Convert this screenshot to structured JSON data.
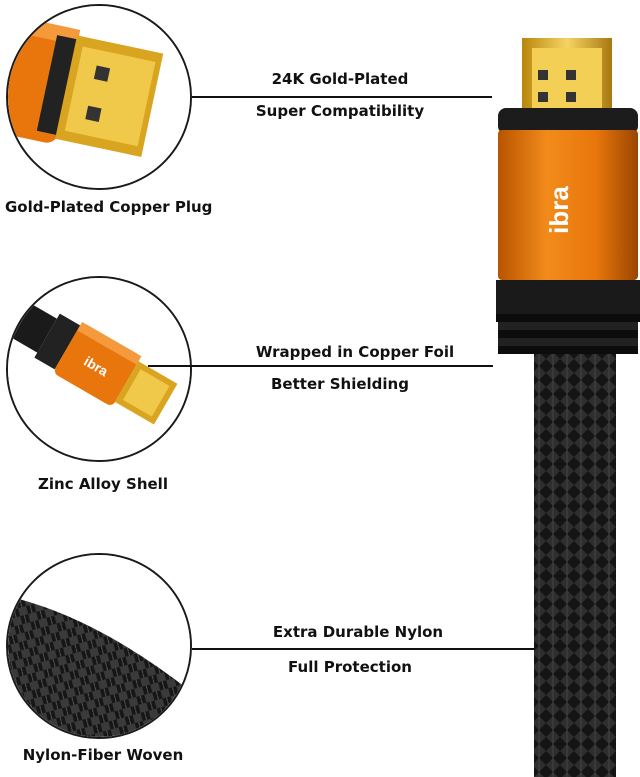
{
  "callouts": [
    {
      "caption": "Gold-Plated Copper Plug",
      "feature_line1": "24K Gold-Plated",
      "feature_line2": "Super Compatibility",
      "detail_icon": "gold-plug-closeup"
    },
    {
      "caption": "Zinc Alloy Shell",
      "feature_line1": "Wrapped in Copper Foil",
      "feature_line2": "Better Shielding",
      "detail_icon": "connector-shell-closeup"
    },
    {
      "caption": "Nylon-Fiber Woven",
      "feature_line1": "Extra Durable Nylon",
      "feature_line2": "Full Protection",
      "detail_icon": "braided-cable-closeup"
    }
  ],
  "product": {
    "brand_mark": "ibra",
    "colors": {
      "shell": "#e8760c",
      "gold": "#d9a520",
      "cable": "#1a1a1a"
    }
  }
}
